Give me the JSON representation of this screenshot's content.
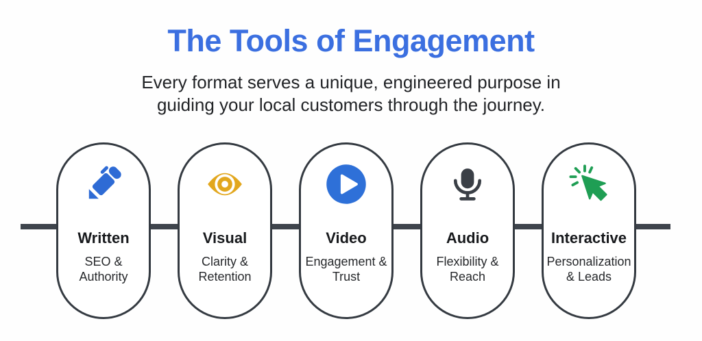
{
  "header": {
    "title": "The Tools of Engagement",
    "subtitle_line1": "Every format serves a unique, engineered purpose in",
    "subtitle_line2": "guiding your local customers through the journey."
  },
  "colors": {
    "title_blue": "#3b6fe0",
    "pen_blue": "#2e6bd5",
    "eye_gold": "#e2a71e",
    "play_blue": "#2e70d8",
    "mic_charcoal": "#3a3f46",
    "cursor_green": "#1f9e54",
    "connector_line": "#3e444c",
    "pill_border": "#343a41"
  },
  "tools": [
    {
      "label": "Written",
      "sub": "SEO & Authority",
      "icon": "pen-icon"
    },
    {
      "label": "Visual",
      "sub": "Clarity & Retention",
      "icon": "eye-icon"
    },
    {
      "label": "Video",
      "sub": "Engagement & Trust",
      "icon": "play-icon"
    },
    {
      "label": "Audio",
      "sub": "Flexibility & Reach",
      "icon": "microphone-icon"
    },
    {
      "label": "Interactive",
      "sub": "Personalization & Leads",
      "icon": "cursor-click-icon"
    }
  ]
}
